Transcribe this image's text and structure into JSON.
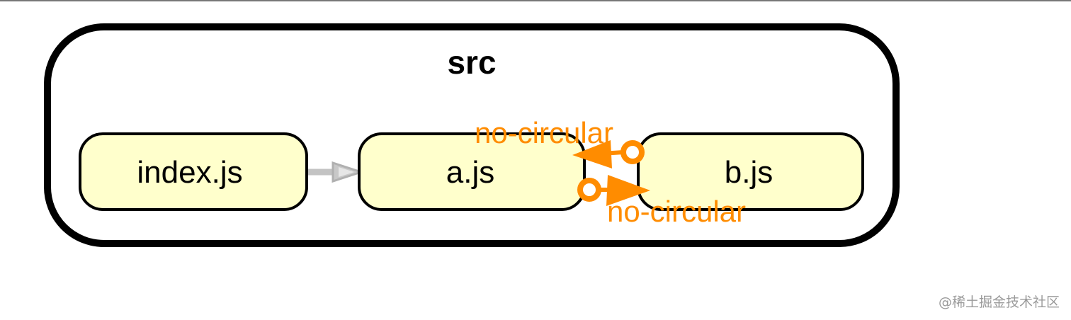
{
  "cluster": {
    "label": "src"
  },
  "nodes": {
    "index": {
      "label": "index.js"
    },
    "a": {
      "label": "a.js"
    },
    "b": {
      "label": "b.js"
    }
  },
  "edges": {
    "b_to_a": {
      "label": "no-circular",
      "color": "#ff8c00"
    },
    "a_to_b": {
      "label": "no-circular",
      "color": "#ff8c00"
    },
    "index_to_a": {
      "color": "#bdbdbd"
    }
  },
  "colors": {
    "node_fill": "#ffffcc",
    "stroke": "#000000"
  },
  "watermark": "@稀土掘金技术社区"
}
